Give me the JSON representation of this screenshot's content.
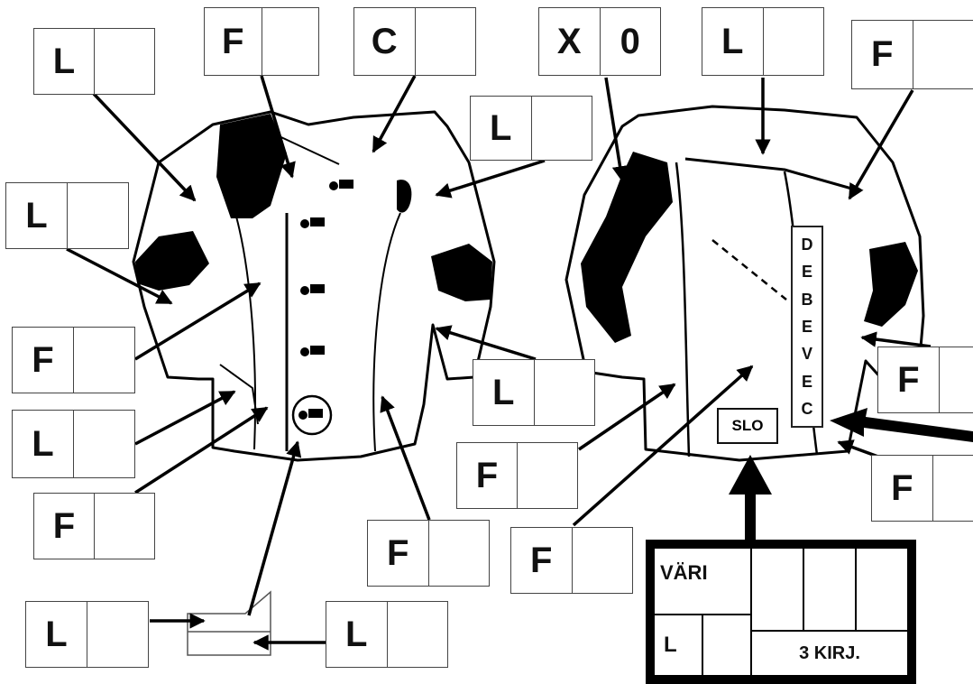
{
  "callouts": [
    {
      "id": "left-shoulder",
      "code": "L",
      "value": ""
    },
    {
      "id": "left-collar-strip",
      "code": "F",
      "value": ""
    },
    {
      "id": "front-upper",
      "code": "C",
      "value": ""
    },
    {
      "id": "right-sleeve-upper",
      "code": "L",
      "value": ""
    },
    {
      "id": "left-sleeve-band",
      "code": "L",
      "value": ""
    },
    {
      "id": "left-front-panel",
      "code": "F",
      "value": ""
    },
    {
      "id": "pocket",
      "code": "L",
      "value": ""
    },
    {
      "id": "front-lower-left",
      "code": "F",
      "value": ""
    },
    {
      "id": "right-cuff",
      "code": "L",
      "value": ""
    },
    {
      "id": "right-front-panel",
      "code": "F",
      "value": ""
    },
    {
      "id": "buttonhole-upper",
      "code": "L",
      "value": ""
    },
    {
      "id": "buttonhole-lower",
      "code": "L",
      "value": ""
    },
    {
      "id": "back-sleeve-pad",
      "code": "X",
      "value": "0"
    },
    {
      "id": "back-yoke",
      "code": "L",
      "value": ""
    },
    {
      "id": "back-right-sleeve",
      "code": "F",
      "value": ""
    },
    {
      "id": "back-right-cuff",
      "code": "F",
      "value": ""
    },
    {
      "id": "back-left-side",
      "code": "F",
      "value": ""
    },
    {
      "id": "back-center",
      "code": "F",
      "value": ""
    },
    {
      "id": "back-right-side",
      "code": "F",
      "value": ""
    }
  ],
  "back_text": {
    "slo": "SLO",
    "name_letters": [
      "D",
      "E",
      "B",
      "E",
      "V",
      "E",
      "C"
    ]
  },
  "legend": {
    "color_label": "VÄRI",
    "letter_code": "L",
    "letters_label": "3 KIRJ."
  },
  "colors": {
    "ink": "#000000",
    "box_border": "#444444",
    "background": "#ffffff"
  }
}
